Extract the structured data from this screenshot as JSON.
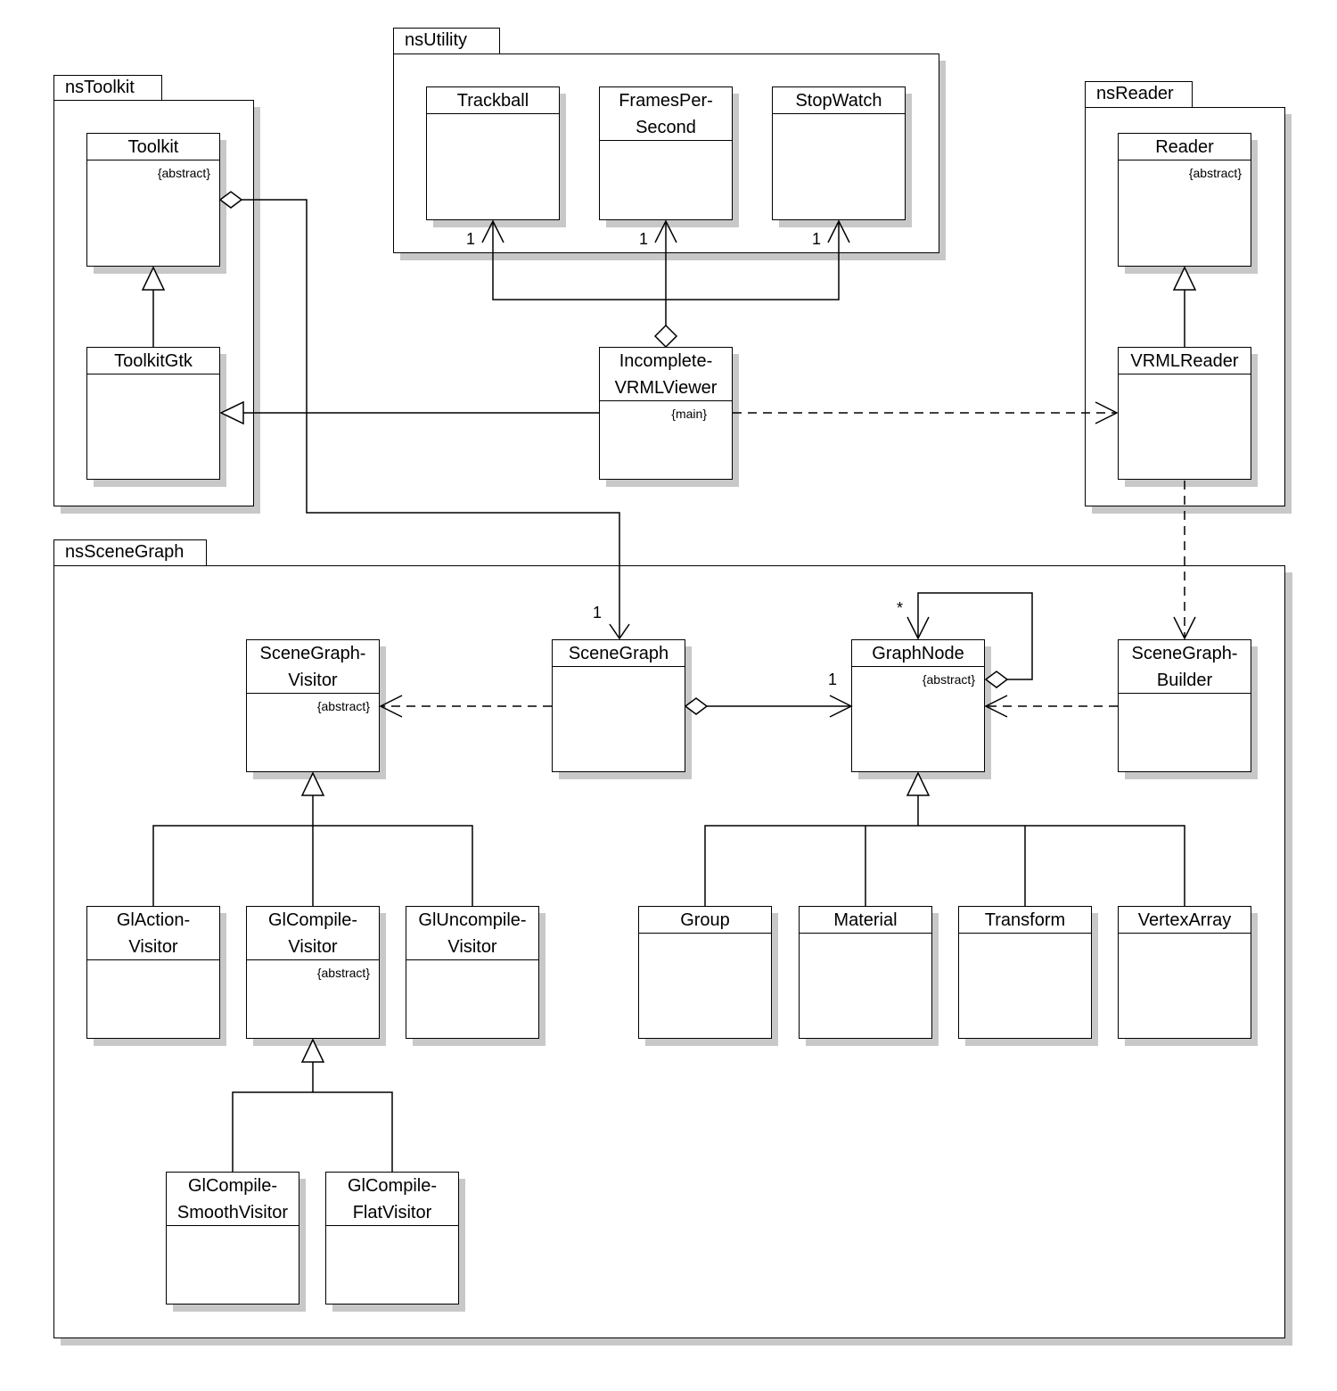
{
  "packages": {
    "toolkit": "nsToolkit",
    "utility": "nsUtility",
    "reader": "nsReader",
    "scenegraph": "nsSceneGraph"
  },
  "classes": {
    "toolkit": {
      "name": "Toolkit",
      "stereotype": "{abstract}"
    },
    "toolkit_gtk": {
      "name": "ToolkitGtk"
    },
    "trackball": {
      "name": "Trackball"
    },
    "frames_per_second": {
      "name": "FramesPer-\nSecond"
    },
    "stopwatch": {
      "name": "StopWatch"
    },
    "reader": {
      "name": "Reader",
      "stereotype": "{abstract}"
    },
    "vrml_reader": {
      "name": "VRMLReader"
    },
    "viewer": {
      "name": "Incomplete-\nVRMLViewer",
      "stereotype": "{main}"
    },
    "scenegraph_visitor": {
      "name": "SceneGraph-\nVisitor",
      "stereotype": "{abstract}"
    },
    "scenegraph": {
      "name": "SceneGraph"
    },
    "graphnode": {
      "name": "GraphNode",
      "stereotype": "{abstract}"
    },
    "scenegraph_builder": {
      "name": "SceneGraph-\nBuilder"
    },
    "gl_action_visitor": {
      "name": "GlAction-\nVisitor"
    },
    "gl_compile_visitor": {
      "name": "GlCompile-\nVisitor",
      "stereotype": "{abstract}"
    },
    "gl_uncompile_visitor": {
      "name": "GlUncompile-\nVisitor"
    },
    "gl_compile_smooth": {
      "name": "GlCompile-\nSmoothVisitor"
    },
    "gl_compile_flat": {
      "name": "GlCompile-\nFlatVisitor"
    },
    "group": {
      "name": "Group"
    },
    "material": {
      "name": "Material"
    },
    "transform": {
      "name": "Transform"
    },
    "vertex_array": {
      "name": "VertexArray"
    }
  },
  "multiplicities": {
    "trackball": "1",
    "fps": "1",
    "stopwatch": "1",
    "scenegraph": "1",
    "graphnode_root": "1",
    "graphnode_children": "*"
  }
}
